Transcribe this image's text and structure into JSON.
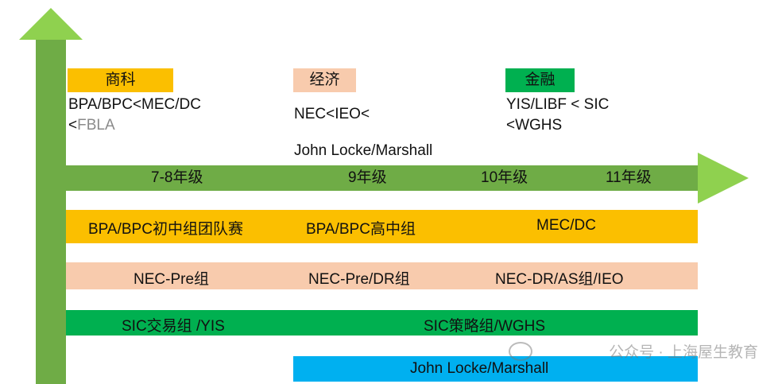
{
  "colors": {
    "axis_green": "#6fac46",
    "arrow_green": "#8fd14f",
    "yellow": "#fbbf00",
    "peach": "#f8cbad",
    "green": "#00b050",
    "blue": "#00b0f0"
  },
  "categories": [
    {
      "tag": "商科",
      "line1": "BPA/BPC<MEC/DC",
      "line2_prefix": "<",
      "line2_rest": "FBLA"
    },
    {
      "tag": "经济",
      "line1": "NEC<IEO<",
      "line2": "John Locke/Marshall"
    },
    {
      "tag": "金融",
      "line1": "YIS/LIBF  <  SIC",
      "line2": "<WGHS"
    }
  ],
  "grades": [
    "7-8年级",
    "9年级",
    "10年级",
    "11年级"
  ],
  "bands": {
    "yellow": [
      "BPA/BPC初中组团队赛",
      "BPA/BPC高中组",
      "MEC/DC"
    ],
    "peach": [
      "NEC-Pre组",
      "NEC-Pre/DR组",
      "NEC-DR/AS组/IEO"
    ],
    "green": [
      "SIC交易组 /YIS",
      "SIC策略组/WGHS"
    ],
    "blue": [
      "John Locke/Marshall"
    ]
  },
  "watermark": "公众号 · 上海屋生教育"
}
